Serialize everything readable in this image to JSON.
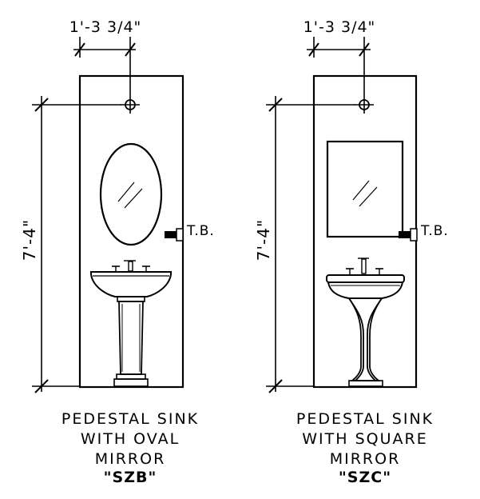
{
  "elevations": [
    {
      "width_dimension": "1'-3 3/4\"",
      "height_dimension": "7'-4\"",
      "towel_bar_label": "T.B.",
      "caption_lines": [
        "PEDESTAL SINK",
        "WITH OVAL",
        "MIRROR"
      ],
      "code": "\"SZB\""
    },
    {
      "width_dimension": "1'-3 3/4\"",
      "height_dimension": "7'-4\"",
      "towel_bar_label": "T.B.",
      "caption_lines": [
        "PEDESTAL SINK",
        "WITH SQUARE",
        "MIRROR"
      ],
      "code": "\"SZC\""
    }
  ]
}
